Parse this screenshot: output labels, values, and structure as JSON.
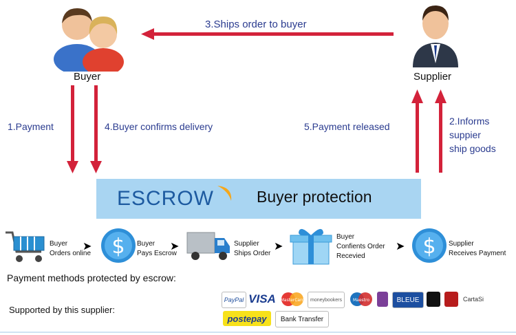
{
  "buyer": {
    "label": "Buyer"
  },
  "supplier": {
    "label": "Supplier"
  },
  "arrows": {
    "ship": "3.Ships order to buyer",
    "payment": "1.Payment",
    "confirm": "4.Buyer confirms delivery",
    "released": "5.Payment released",
    "informs": [
      "2.Informs",
      "suppier",
      "ship goods"
    ]
  },
  "escrow": {
    "brand": "ESCROW",
    "tagline": "Buyer protection"
  },
  "steps": [
    {
      "line1": "Buyer",
      "line2": "Orders online",
      "icon": "shopping-cart-icon"
    },
    {
      "line1": "Buyer",
      "line2": "Pays Escrow",
      "icon": "dollar-coin-icon"
    },
    {
      "line1": "Supplier",
      "line2": "Ships Order",
      "icon": "delivery-truck-icon"
    },
    {
      "line1": "Buyer",
      "line2": "Confients Order",
      "line3": "Recevied",
      "icon": "gift-box-icon"
    },
    {
      "line1": "Supplier",
      "line2": "Receives Payment",
      "icon": "dollar-coin-icon"
    }
  ],
  "payment_methods_title": "Payment methods protected by escrow:",
  "supported_label": "Supported by this supplier:",
  "logos": {
    "row1": [
      "PayPal",
      "VISA",
      "MasterCard",
      "moneybookers",
      "Maestro",
      "",
      "BLEUE",
      "",
      "",
      "CartaSi"
    ],
    "row2": [
      "postepay",
      "Bank Transfer"
    ]
  },
  "colors": {
    "arrow": "#d3223a",
    "text_blue": "#2a3b8f",
    "band": "#a9d5f2",
    "escrow_text": "#1d5aa0"
  }
}
